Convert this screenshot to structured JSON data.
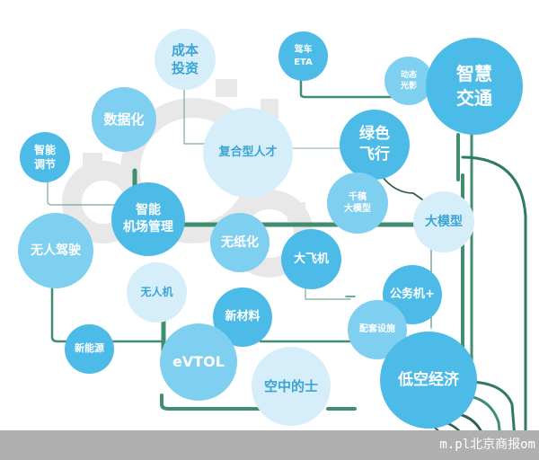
{
  "diagram": {
    "type": "bubble-network",
    "colors": {
      "dark_bubble": "#4dbbe8",
      "mid_bubble": "#7fcff0",
      "light_bubble": "#d6eef9",
      "connector": "#3f8f6f",
      "gear": "#e6e6e6",
      "footer_bar": "#b0b0b0"
    },
    "nodes": [
      {
        "id": "cost",
        "label": "成本\n投资"
      },
      {
        "id": "etaDrive",
        "label": "驾车\nETA"
      },
      {
        "id": "dynamic",
        "label": "动态\n光影"
      },
      {
        "id": "smartTraffic",
        "label": "智慧\n交通"
      },
      {
        "id": "data",
        "label": "数据化"
      },
      {
        "id": "talent",
        "label": "复合型人才"
      },
      {
        "id": "green",
        "label": "绿色\n飞行"
      },
      {
        "id": "smartAdjust",
        "label": "智能\n调节"
      },
      {
        "id": "qianwen",
        "label": "千稿\n大模型"
      },
      {
        "id": "airport",
        "label": "智能\n机场管理"
      },
      {
        "id": "bigModel",
        "label": "大模型"
      },
      {
        "id": "autonomous",
        "label": "无人驾驶"
      },
      {
        "id": "paperless",
        "label": "无纸化"
      },
      {
        "id": "bigPlane",
        "label": "大飞机"
      },
      {
        "id": "drone",
        "label": "无人机"
      },
      {
        "id": "bizJet",
        "label": "公务机+"
      },
      {
        "id": "material",
        "label": "新材料"
      },
      {
        "id": "facility",
        "label": "配套设施"
      },
      {
        "id": "newEnergy",
        "label": "新能源"
      },
      {
        "id": "evtol",
        "label": "eVTOL"
      },
      {
        "id": "airTaxi",
        "label": "空中的士"
      },
      {
        "id": "lowAlt",
        "label": "低空经济"
      }
    ]
  },
  "footer": {
    "watermark": "m.pl北京商报om"
  }
}
